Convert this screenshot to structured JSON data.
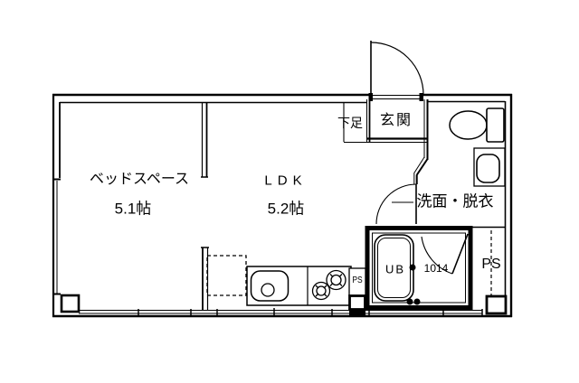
{
  "floorplan": {
    "bedroom": {
      "label": "ベッドスペース",
      "size": "5.1帖"
    },
    "ldk": {
      "label": "LDK",
      "size": "5.2帖"
    },
    "shoe": {
      "label": "下足"
    },
    "entrance": {
      "label": "玄関"
    },
    "washroom": {
      "label": "洗面・脱衣"
    },
    "bath": {
      "label": "UB",
      "size": "1014"
    },
    "ps_right": {
      "label": "PS"
    },
    "ps_kitchen": {
      "label": "PS"
    },
    "colors": {
      "line": "#000000",
      "background": "#ffffff"
    }
  }
}
